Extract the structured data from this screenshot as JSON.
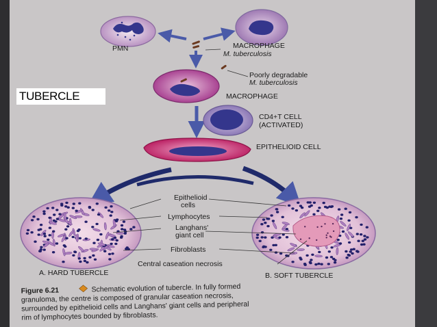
{
  "slide_label": "TUBERCLE",
  "labels": {
    "pmn": "PMN",
    "macrophage_top": "MACROPHAGE",
    "mtb": "M. tuberculosis",
    "poorly": "Poorly degradable",
    "poorly_mtb": "M. tuberculosis",
    "macrophage_mid": "MACROPHAGE",
    "cd4_line1": "CD4+T CELL",
    "cd4_line2": "(ACTIVATED)",
    "epithelioid_cell": "EPITHELIOID CELL",
    "epithelioid_cells_l1": "Epithelioid",
    "epithelioid_cells_l2": "cells",
    "lymphocytes": "Lymphocytes",
    "langhans_l1": "Langhans'",
    "langhans_l2": "giant cell",
    "fibroblasts": "Fibroblasts",
    "central": "Central caseation necrosis",
    "hard": "A. HARD TUBERCLE",
    "soft": "B. SOFT TUBERCLE"
  },
  "caption": {
    "figure": "Figure 6.21",
    "line1": "Schematic evolution of tubercle. In fully formed",
    "line2": "granuloma, the centre is composed of granular caseation necrosis,",
    "line3": "surrounded by epithelioid cells and Langhans' giant cells and peripheral",
    "line4": "rim of lymphocytes bounded by fibroblasts."
  },
  "colors": {
    "arrow": "#4a5aa8",
    "nucleus": "#34368c",
    "cell_pink": "#c9a3cf",
    "epithelioid": "#c4266a"
  }
}
